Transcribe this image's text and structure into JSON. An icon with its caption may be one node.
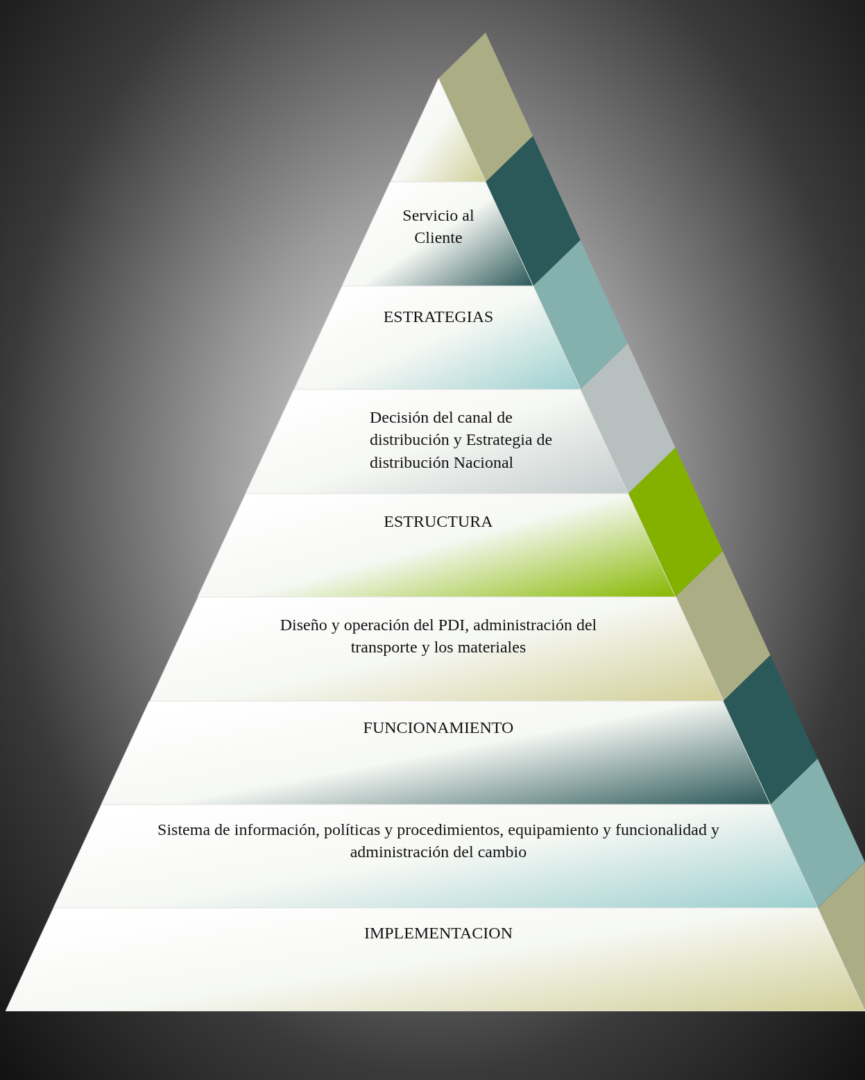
{
  "diagram": {
    "nodes": [
      {
        "text": [],
        "shape": "triangle"
      },
      {
        "text": [
          "Servicio al Cliente"
        ]
      },
      {
        "text": [
          "ESTRATEGIAS"
        ]
      },
      {
        "text": [
          "Decisión del canal de distribución y Estrategia de distribución Nacional"
        ]
      },
      {
        "text": [
          "ESTRUCTURA"
        ]
      },
      {
        "text": [
          "Diseño y operación del PDI, administración del transporte y los materiales"
        ]
      },
      {
        "text": [
          "FUNCIONAMIENTO"
        ]
      },
      {
        "text": [
          "Sistema de información, políticas y procedimientos, equipamiento y funcionalidad y administración del cambio"
        ]
      },
      {
        "text": [
          "IMPLEMENTACION"
        ]
      }
    ]
  }
}
